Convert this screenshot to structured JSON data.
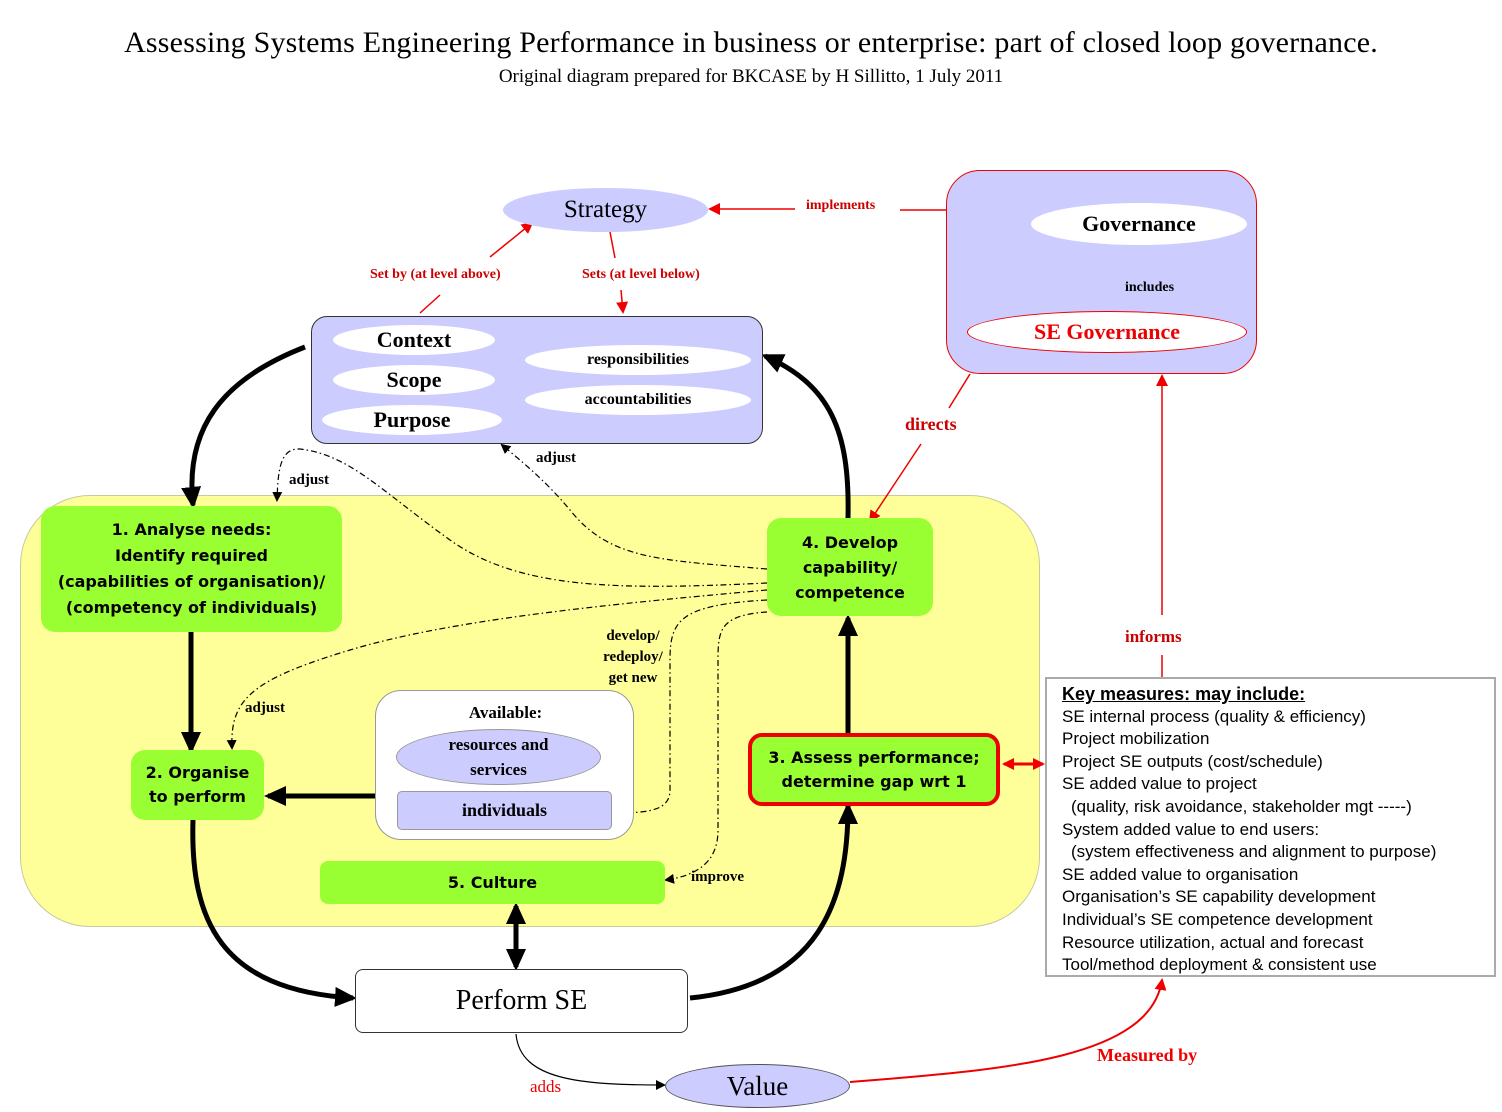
{
  "header": {
    "title": "Assessing Systems Engineering Performance in business or  enterprise: part of closed loop governance.",
    "subtitle": "Original diagram prepared for BKCASE by H Sillitto, 1 July 2011"
  },
  "colors": {
    "lavender": "#ccccff",
    "green": "#99ff33",
    "yellow": "#ffff99",
    "red": "#ee0000",
    "dark_red": "#cc0000",
    "black": "#000000"
  },
  "nodes": {
    "strategy": "Strategy",
    "context_box": {
      "left_items": [
        "Context",
        "Scope",
        "Purpose"
      ],
      "right_items": [
        "responsibilities",
        "accountabilities"
      ]
    },
    "governance_box": {
      "governance": "Governance",
      "se_governance": "SE Governance",
      "includes_label": "includes"
    },
    "step1": {
      "title": "1. Analyse needs:",
      "lines": [
        "Identify required",
        "(capabilities of organisation)/",
        "(competency of individuals)"
      ]
    },
    "step2": {
      "lines": [
        "2. Organise",
        "to perform"
      ]
    },
    "step3": {
      "lines": [
        "3. Assess performance;",
        "determine gap wrt 1"
      ]
    },
    "step4": {
      "lines": [
        "4. Develop",
        "capability/",
        "competence"
      ]
    },
    "step5": {
      "label": "5. Culture"
    },
    "available": {
      "title": "Available:",
      "resources": [
        "resources and",
        "services"
      ],
      "individuals": "individuals"
    },
    "perform_se": "Perform SE",
    "value": "Value"
  },
  "edge_labels": {
    "implements": "implements",
    "set_by": "Set by (at level above)",
    "sets": "Sets (at level below)",
    "directs": "directs",
    "informs": "informs",
    "adjust_top": "adjust",
    "adjust_context": "adjust",
    "adjust_step2": "adjust",
    "develop": [
      "develop/",
      "redeploy/",
      "get new"
    ],
    "improve": "improve",
    "adds": "adds",
    "measured_by": "Measured by"
  },
  "key_measures": {
    "heading": "Key measures: may include:",
    "items": [
      {
        "text": "SE internal process (quality & efficiency)",
        "indent": false
      },
      {
        "text": "Project mobilization",
        "indent": false
      },
      {
        "text": "Project SE outputs (cost/schedule)",
        "indent": false
      },
      {
        "text": "SE added value to project",
        "indent": false
      },
      {
        "text": "(quality, risk avoidance, stakeholder mgt -----)",
        "indent": true
      },
      {
        "text": "System added value to end users:",
        "indent": false
      },
      {
        "text": "(system effectiveness and alignment to purpose)",
        "indent": true
      },
      {
        "text": "SE added value to organisation",
        "indent": false
      },
      {
        "text": "Organisation’s SE capability development",
        "indent": false
      },
      {
        "text": "Individual’s SE competence development",
        "indent": false
      },
      {
        "text": "Resource utilization, actual and forecast",
        "indent": false
      },
      {
        "text": "Tool/method deployment & consistent use",
        "indent": false
      }
    ]
  }
}
